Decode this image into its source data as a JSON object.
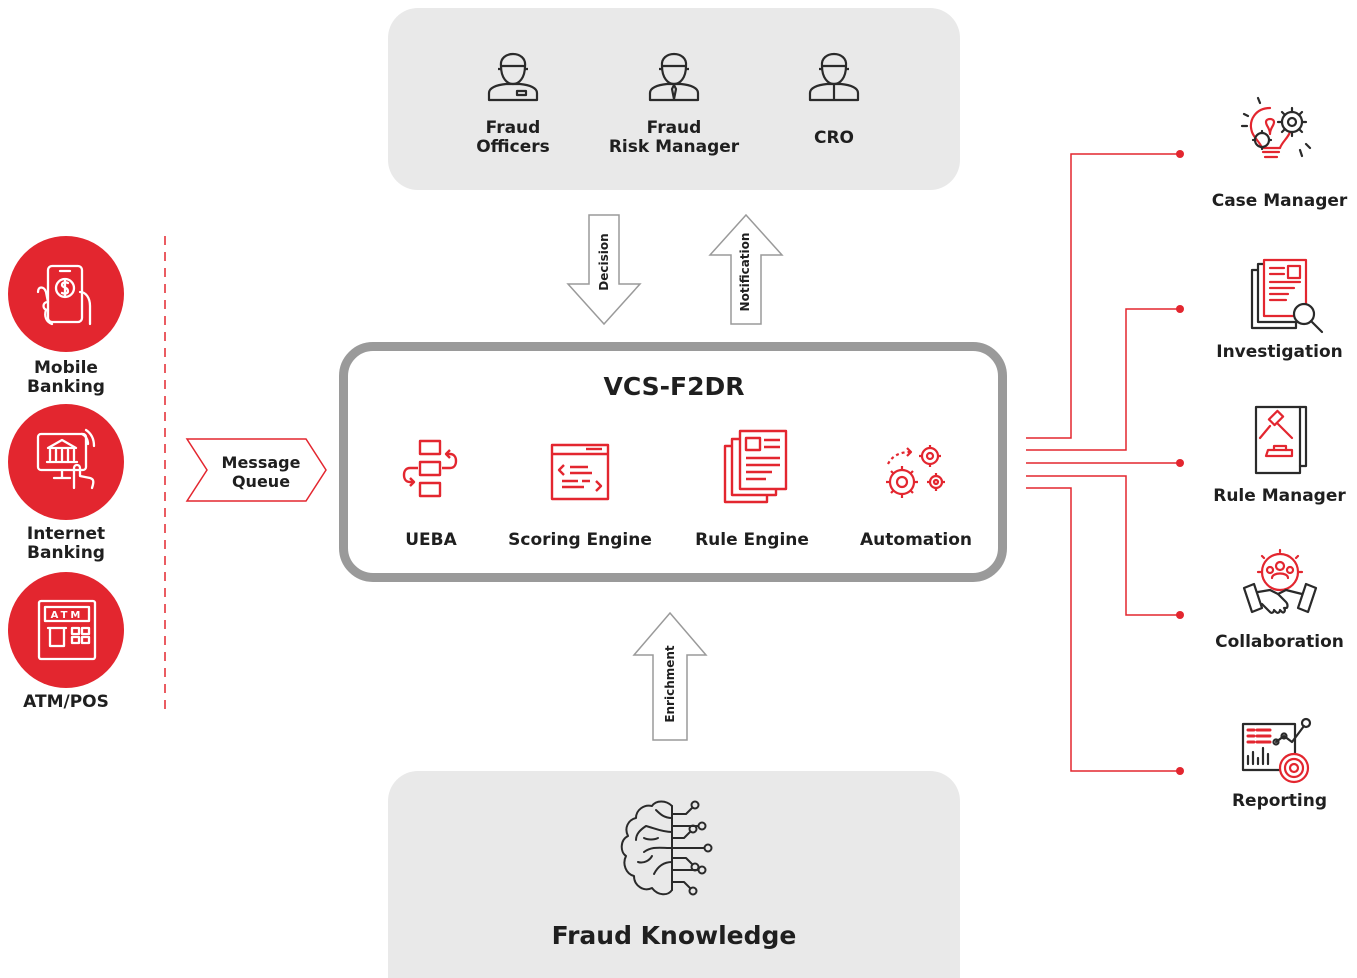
{
  "colors": {
    "accent": "#e3262f",
    "panel": "#e9e9e9",
    "frame": "#9a9a9a",
    "text": "#1f1f1f"
  },
  "roles": [
    {
      "icon": "fraud-officer-icon",
      "label_line1": "Fraud",
      "label_line2": "Officers"
    },
    {
      "icon": "fraud-risk-manager-icon",
      "label_line1": "Fraud",
      "label_line2": "Risk Manager"
    },
    {
      "icon": "cro-icon",
      "label": "CRO"
    }
  ],
  "arrows": {
    "decision": "Decision",
    "notification": "Notification",
    "enrichment": "Enrichment",
    "message_queue_line1": "Message",
    "message_queue_line2": "Queue"
  },
  "core": {
    "title": "VCS-F2DR",
    "modules": [
      {
        "icon": "ueba-icon",
        "label": "UEBA"
      },
      {
        "icon": "scoring-engine-icon",
        "label": "Scoring Engine"
      },
      {
        "icon": "rule-engine-icon",
        "label": "Rule Engine"
      },
      {
        "icon": "automation-icon",
        "label": "Automation"
      }
    ]
  },
  "channels": [
    {
      "icon": "mobile-banking-icon",
      "label_line1": "Mobile",
      "label_line2": "Banking"
    },
    {
      "icon": "internet-banking-icon",
      "label_line1": "Internet",
      "label_line2": "Banking"
    },
    {
      "icon": "atm-pos-icon",
      "label": "ATM/POS",
      "atm_text": "ATM"
    }
  ],
  "outputs": [
    {
      "icon": "case-manager-icon",
      "label": "Case Manager"
    },
    {
      "icon": "investigation-icon",
      "label": "Investigation"
    },
    {
      "icon": "rule-manager-icon",
      "label": "Rule Manager"
    },
    {
      "icon": "collaboration-icon",
      "label": "Collaboration"
    },
    {
      "icon": "reporting-icon",
      "label": "Reporting"
    }
  ],
  "knowledge": {
    "icon": "brain-icon",
    "label": "Fraud Knowledge"
  }
}
